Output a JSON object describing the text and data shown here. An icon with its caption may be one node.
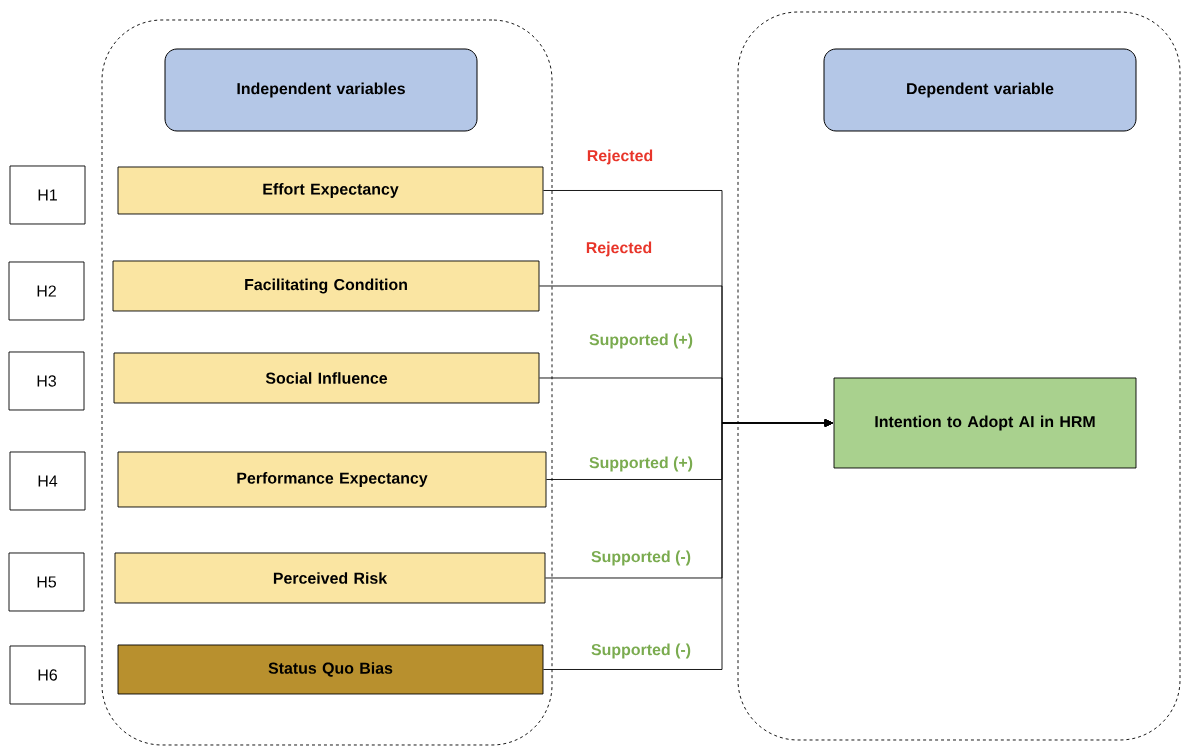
{
  "diagram": {
    "nodes": [
      {
        "text": [],
        "shape": "box"
      },
      {
        "text": [
          "Independent variables"
        ],
        "in": 0
      },
      {
        "text": [],
        "shape": "box"
      },
      {
        "text": [
          "Dependent variable"
        ],
        "in": 2
      },
      {
        "text": [
          "H1"
        ]
      },
      {
        "text": [
          "Effort Expectancy"
        ],
        "in": 0
      },
      {
        "text": [
          "H2"
        ]
      },
      {
        "text": [
          "Facilitating Condition"
        ],
        "in": 0
      },
      {
        "text": [
          "H3"
        ]
      },
      {
        "text": [
          "Social Influence"
        ],
        "in": 0
      },
      {
        "text": [
          "H4"
        ]
      },
      {
        "text": [
          "Performance Expectancy"
        ],
        "in": 0
      },
      {
        "text": [
          "H5"
        ]
      },
      {
        "text": [
          "Perceived Risk"
        ],
        "in": 0
      },
      {
        "text": [
          "H6"
        ]
      },
      {
        "text": [
          "Status Quo Bias"
        ],
        "in": 0
      },
      {
        "text": [
          "Intention to Adopt AI in HRM"
        ],
        "in": 2
      }
    ],
    "edges": [
      {
        "from": 5,
        "to": 16,
        "arrow": "to",
        "label": "Rejected"
      },
      {
        "from": 7,
        "to": 16,
        "arrow": "to",
        "label": "Rejected"
      },
      {
        "from": 9,
        "to": 16,
        "arrow": "to",
        "label": "Supported (+)"
      },
      {
        "from": 11,
        "to": 16,
        "arrow": "to",
        "label": "Supported (+)"
      },
      {
        "from": 13,
        "to": 16,
        "arrow": "to",
        "label": "Supported (-)"
      },
      {
        "from": 15,
        "to": 16,
        "arrow": "to",
        "label": "Supported (-)"
      }
    ]
  }
}
